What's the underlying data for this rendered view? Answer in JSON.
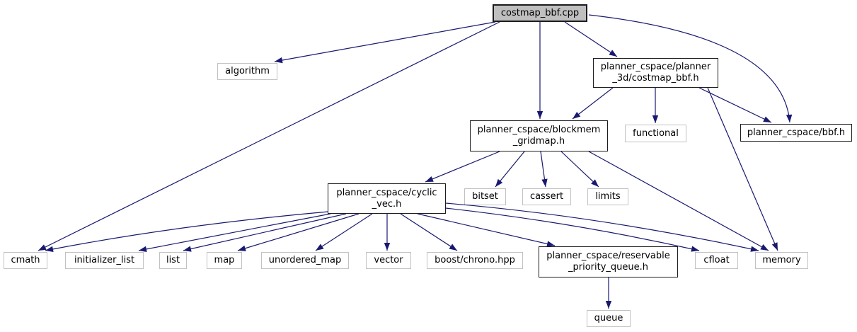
{
  "diagram": {
    "type": "include-dependency-graph",
    "root_file": "costmap_bbf.cpp",
    "colors": {
      "edge": "#191970",
      "root_fill": "#bfbfbf",
      "linked_border": "#1c1c1c",
      "plain_border": "#c2c2c2",
      "text": "#000000",
      "background": "#ffffff"
    },
    "nodes": [
      {
        "id": "costmap_bbf_cpp",
        "label": "costmap_bbf.cpp",
        "kind": "root"
      },
      {
        "id": "algorithm",
        "label": "algorithm",
        "kind": "plain"
      },
      {
        "id": "planner3d_costmap_bbf_h",
        "label": "planner_cspace/planner\n_3d/costmap_bbf.h",
        "kind": "linked"
      },
      {
        "id": "blockmem_gridmap_h",
        "label": "planner_cspace/blockmem\n_gridmap.h",
        "kind": "linked"
      },
      {
        "id": "functional",
        "label": "functional",
        "kind": "plain"
      },
      {
        "id": "bbf_h",
        "label": "planner_cspace/bbf.h",
        "kind": "linked"
      },
      {
        "id": "cyclic_vec_h",
        "label": "planner_cspace/cyclic\n_vec.h",
        "kind": "linked"
      },
      {
        "id": "bitset",
        "label": "bitset",
        "kind": "plain"
      },
      {
        "id": "cassert",
        "label": "cassert",
        "kind": "plain"
      },
      {
        "id": "limits",
        "label": "limits",
        "kind": "plain"
      },
      {
        "id": "cmath",
        "label": "cmath",
        "kind": "plain"
      },
      {
        "id": "initializer_list",
        "label": "initializer_list",
        "kind": "plain"
      },
      {
        "id": "list",
        "label": "list",
        "kind": "plain"
      },
      {
        "id": "map",
        "label": "map",
        "kind": "plain"
      },
      {
        "id": "unordered_map",
        "label": "unordered_map",
        "kind": "plain"
      },
      {
        "id": "vector",
        "label": "vector",
        "kind": "plain"
      },
      {
        "id": "boost_chrono_hpp",
        "label": "boost/chrono.hpp",
        "kind": "plain"
      },
      {
        "id": "reservable_priority_queue_h",
        "label": "planner_cspace/reservable\n_priority_queue.h",
        "kind": "linked"
      },
      {
        "id": "cfloat",
        "label": "cfloat",
        "kind": "plain"
      },
      {
        "id": "memory",
        "label": "memory",
        "kind": "plain"
      },
      {
        "id": "queue",
        "label": "queue",
        "kind": "plain"
      }
    ],
    "edges": [
      {
        "from": "costmap_bbf_cpp",
        "to": "algorithm"
      },
      {
        "from": "costmap_bbf_cpp",
        "to": "cmath"
      },
      {
        "from": "costmap_bbf_cpp",
        "to": "blockmem_gridmap_h"
      },
      {
        "from": "costmap_bbf_cpp",
        "to": "planner3d_costmap_bbf_h"
      },
      {
        "from": "costmap_bbf_cpp",
        "to": "bbf_h"
      },
      {
        "from": "planner3d_costmap_bbf_h",
        "to": "blockmem_gridmap_h"
      },
      {
        "from": "planner3d_costmap_bbf_h",
        "to": "functional"
      },
      {
        "from": "planner3d_costmap_bbf_h",
        "to": "bbf_h"
      },
      {
        "from": "planner3d_costmap_bbf_h",
        "to": "memory"
      },
      {
        "from": "blockmem_gridmap_h",
        "to": "cyclic_vec_h"
      },
      {
        "from": "blockmem_gridmap_h",
        "to": "bitset"
      },
      {
        "from": "blockmem_gridmap_h",
        "to": "cassert"
      },
      {
        "from": "blockmem_gridmap_h",
        "to": "limits"
      },
      {
        "from": "blockmem_gridmap_h",
        "to": "memory"
      },
      {
        "from": "cyclic_vec_h",
        "to": "cmath"
      },
      {
        "from": "cyclic_vec_h",
        "to": "initializer_list"
      },
      {
        "from": "cyclic_vec_h",
        "to": "list"
      },
      {
        "from": "cyclic_vec_h",
        "to": "map"
      },
      {
        "from": "cyclic_vec_h",
        "to": "unordered_map"
      },
      {
        "from": "cyclic_vec_h",
        "to": "vector"
      },
      {
        "from": "cyclic_vec_h",
        "to": "boost_chrono_hpp"
      },
      {
        "from": "cyclic_vec_h",
        "to": "reservable_priority_queue_h"
      },
      {
        "from": "cyclic_vec_h",
        "to": "cfloat"
      },
      {
        "from": "cyclic_vec_h",
        "to": "memory"
      },
      {
        "from": "reservable_priority_queue_h",
        "to": "queue"
      }
    ]
  }
}
